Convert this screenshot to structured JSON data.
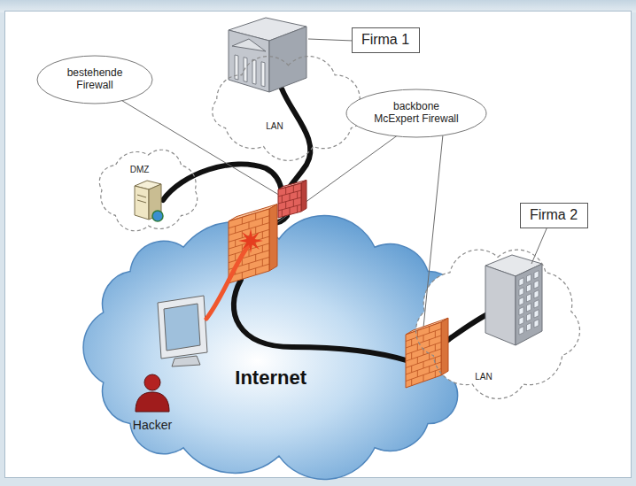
{
  "diagram": {
    "nodes": [
      {
        "text": [
          "Firma 1"
        ]
      },
      {
        "text": [
          "bestehende Firewall"
        ]
      },
      {
        "text": [
          "LAN"
        ]
      },
      {
        "text": [
          "backbone McExpert Firewall"
        ]
      },
      {
        "text": [
          "DMZ"
        ]
      },
      {
        "text": [
          "Firma 2"
        ]
      },
      {
        "text": [
          "Internet"
        ]
      },
      {
        "text": [
          "LAN"
        ]
      }
    ],
    "labels": [
      "Hacker"
    ]
  }
}
